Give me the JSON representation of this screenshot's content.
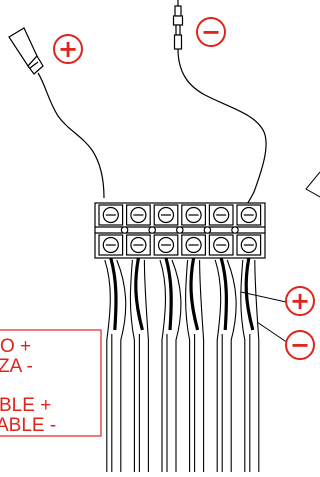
{
  "diagram": {
    "accent_color": "#e0231b",
    "line_color": "#000000",
    "top_markers": [
      {
        "symbol": "+",
        "name": "plus-marker-top"
      },
      {
        "symbol": "−",
        "name": "minus-marker-top"
      }
    ],
    "side_markers": [
      {
        "symbol": "+",
        "name": "plus-marker-side"
      },
      {
        "symbol": "−",
        "name": "minus-marker-side"
      }
    ],
    "legend": {
      "lines": [
        "O +",
        "ZA -",
        "BLE +",
        "ABLE -"
      ]
    },
    "terminal_positions": 6
  }
}
